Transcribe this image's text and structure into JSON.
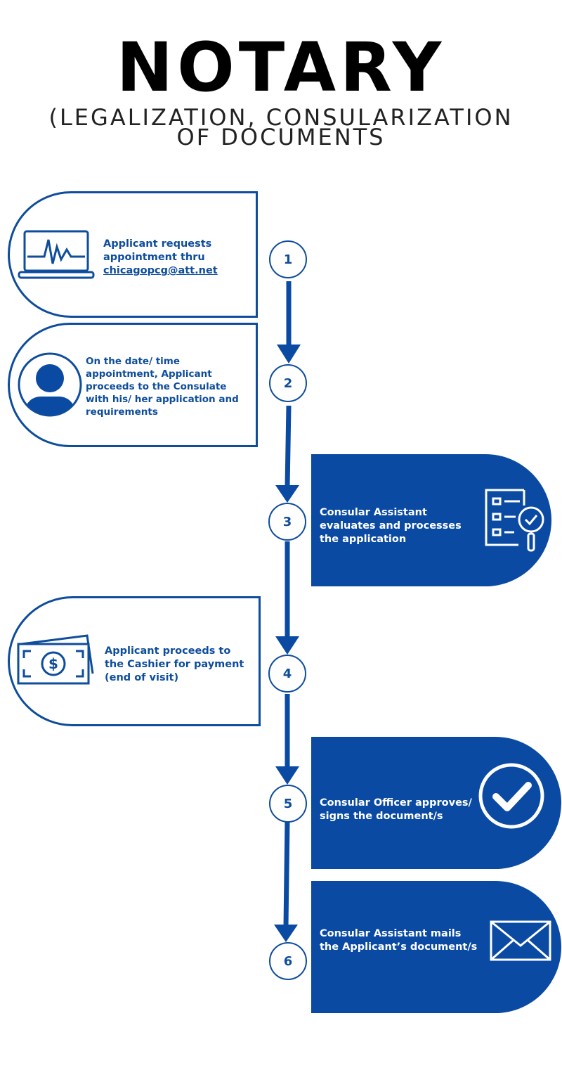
{
  "header": {
    "title": "NOTARY",
    "subtitle_line1": "(LEGALIZATION, CONSULARIZATION",
    "subtitle_line2": "OF DOCUMENTS"
  },
  "steps": [
    {
      "number": "1",
      "text_line1": "Applicant requests",
      "text_line2": "appointment  thru",
      "email": "chicagopcg@att.net",
      "icon": "laptop-pulse-icon"
    },
    {
      "number": "2",
      "text": "On the date/ time appointment, Applicant proceeds to the Consulate with his/ her application and requirements",
      "icon": "user-avatar-icon"
    },
    {
      "number": "3",
      "text": "Consular Assistant evaluates and processes the application",
      "icon": "checklist-magnifier-icon"
    },
    {
      "number": "4",
      "text": "Applicant proceeds to the Cashier for payment (end of visit)",
      "icon": "cash-bill-icon"
    },
    {
      "number": "5",
      "text": "Consular Officer approves/ signs the document/s",
      "icon": "checkmark-circle-icon"
    },
    {
      "number": "6",
      "text": "Consular Assistant mails the Applicant’s document/s",
      "icon": "envelope-icon"
    }
  ],
  "colors": {
    "primary": "#0a4aa3",
    "outline": "#0e4d9c",
    "title": "#000000"
  }
}
